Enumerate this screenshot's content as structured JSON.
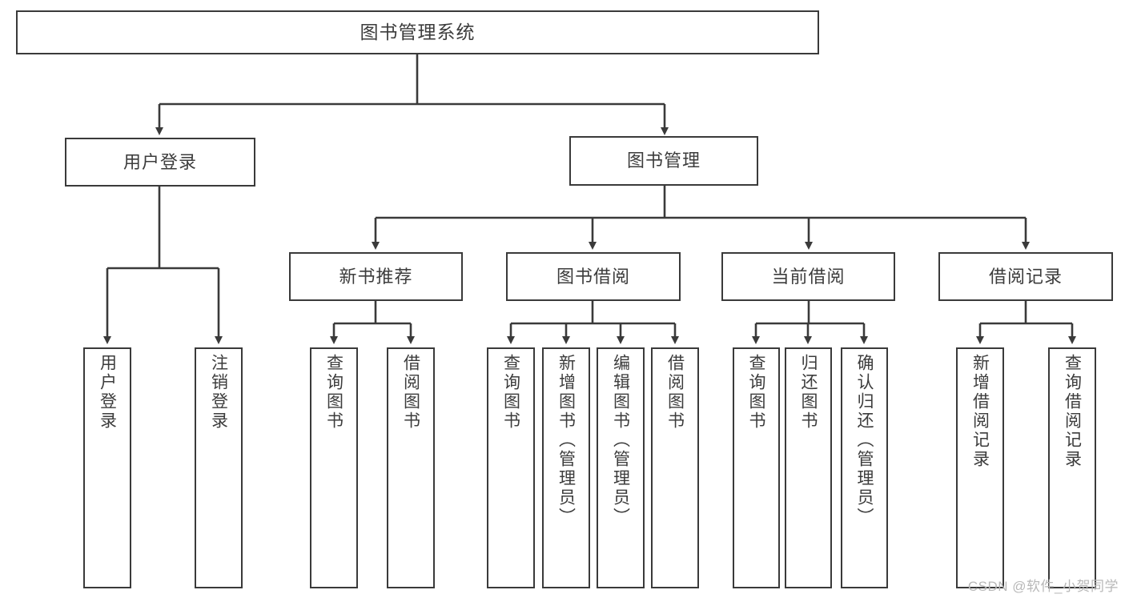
{
  "diagram": {
    "type": "tree-hierarchy",
    "title": "图书管理系统",
    "watermark": "CSDN @软件_小贺同学",
    "colors": {
      "box_border": "#3a3a3a",
      "box_fill": "#ffffff",
      "text": "#3c3c3c",
      "edge": "#3a3a3a",
      "watermark": "#b8b8b8",
      "background": "#ffffff"
    },
    "root": {
      "label": "图书管理系统"
    },
    "level2": [
      {
        "label": "用户登录"
      },
      {
        "label": "图书管理"
      }
    ],
    "level3": [
      {
        "label": "新书推荐"
      },
      {
        "label": "图书借阅"
      },
      {
        "label": "当前借阅"
      },
      {
        "label": "借阅记录"
      }
    ],
    "leaves": {
      "user_login": [
        {
          "label": "用户登录"
        },
        {
          "label": "注销登录"
        }
      ],
      "new_book_recommend": [
        {
          "label": "查询图书"
        },
        {
          "label": "借阅图书"
        }
      ],
      "book_borrow": [
        {
          "label": "查询图书"
        },
        {
          "label": "新增图书（管理员）"
        },
        {
          "label": "编辑图书（管理员）"
        },
        {
          "label": "借阅图书"
        }
      ],
      "current_borrow": [
        {
          "label": "查询图书"
        },
        {
          "label": "归还图书"
        },
        {
          "label": "确认归还（管理员）"
        }
      ],
      "borrow_record": [
        {
          "label": "新增借阅记录"
        },
        {
          "label": "查询借阅记录"
        }
      ]
    }
  }
}
